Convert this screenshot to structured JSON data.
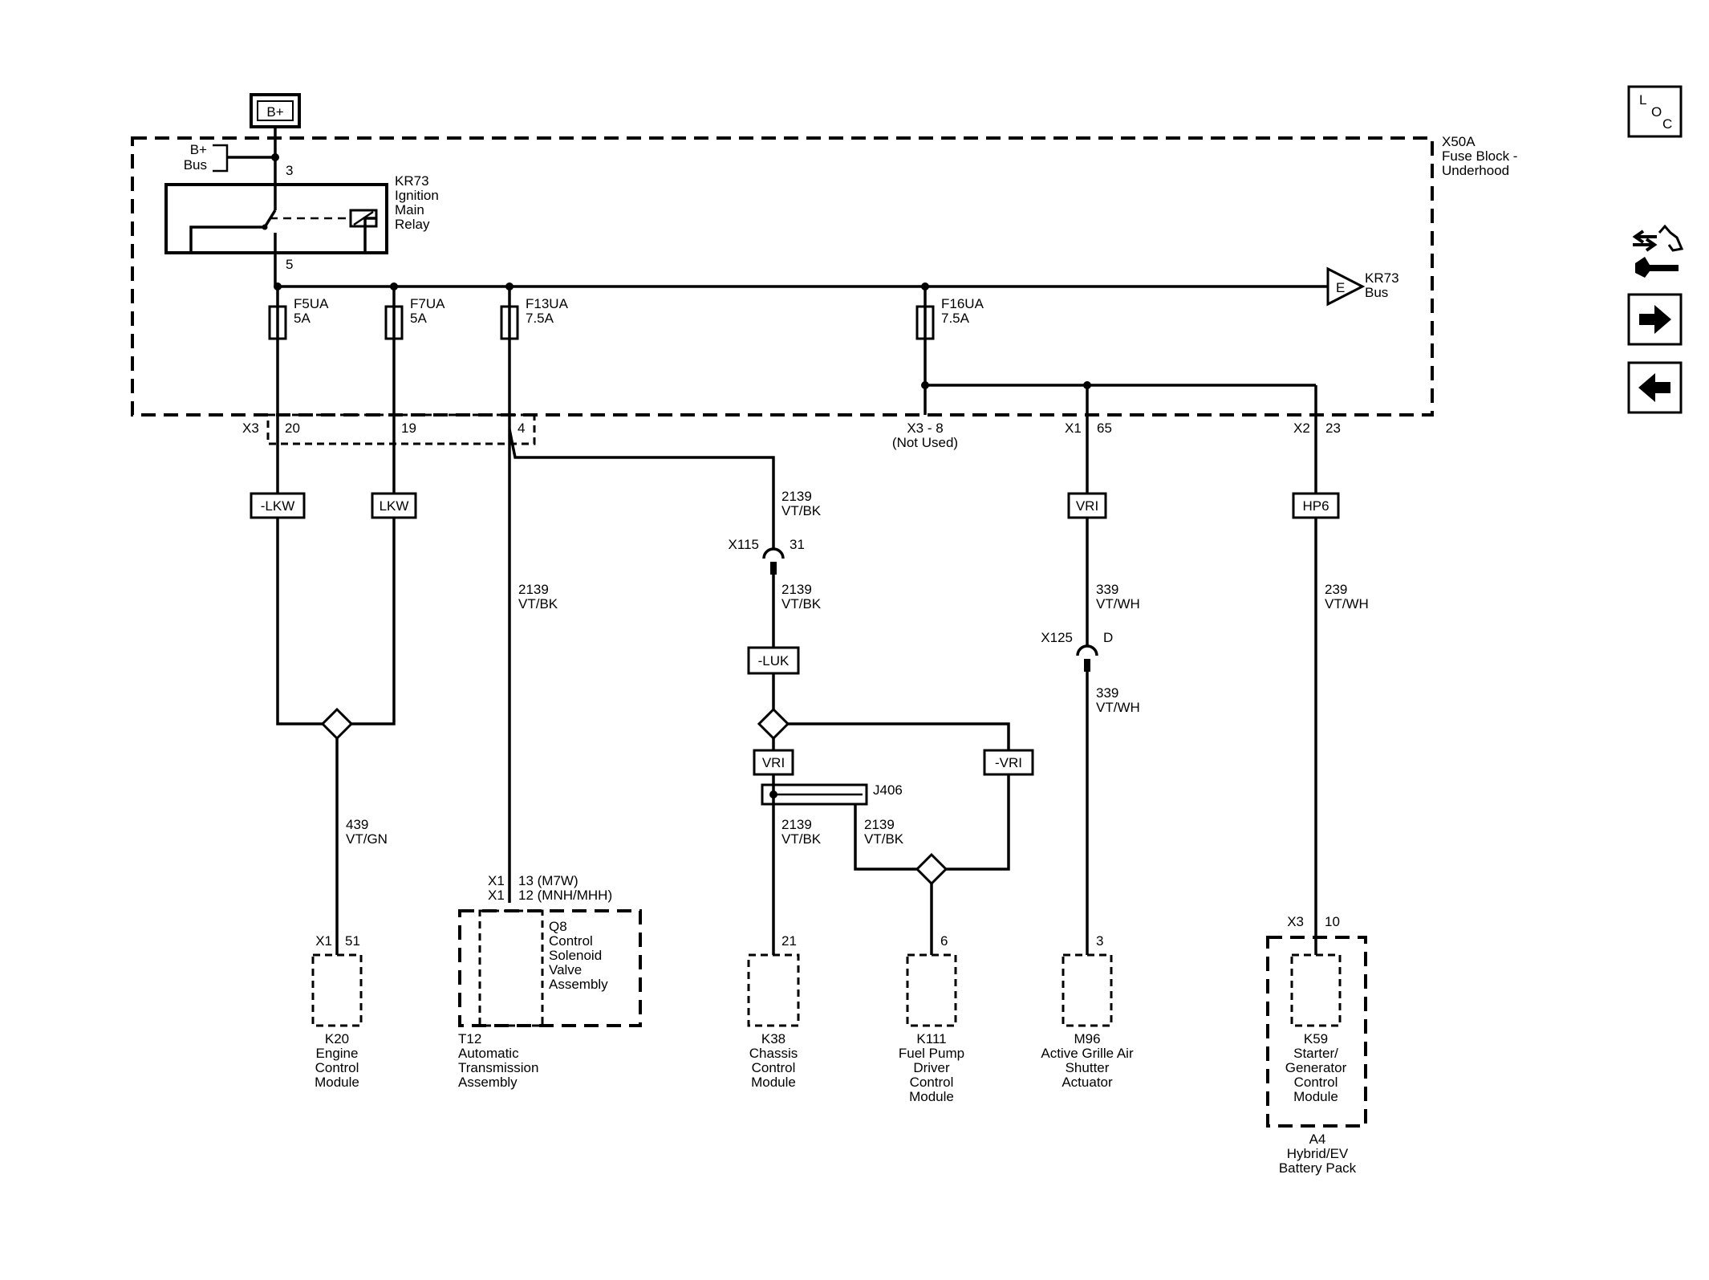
{
  "power": {
    "b_plus": "B+",
    "bus_a": "B+",
    "bus_b": "Bus",
    "pin3": "3",
    "pin5": "5"
  },
  "relay": {
    "l1": "KR73",
    "l2": "Ignition",
    "l3": "Main",
    "l4": "Relay"
  },
  "fuse_block": {
    "l1": "X50A",
    "l2": "Fuse Block -",
    "l3": "Underhood"
  },
  "bus_out": {
    "letter": "E",
    "l1": "KR73",
    "l2": "Bus"
  },
  "fuses": [
    {
      "name": "F5UA",
      "rating": "5A"
    },
    {
      "name": "F7UA",
      "rating": "5A"
    },
    {
      "name": "F13UA",
      "rating": "7.5A"
    },
    {
      "name": "F16UA",
      "rating": "7.5A"
    }
  ],
  "pins": {
    "x3": "X3",
    "p20": "20",
    "p19": "19",
    "p4": "4",
    "x3_8": "X3 - 8",
    "not_used": "(Not Used)",
    "x1": "X1",
    "p65": "65",
    "x2": "X2",
    "p23": "23"
  },
  "bars": {
    "lkw_neg": "-LKW",
    "lkw": "LKW",
    "luk_neg": "-LUK",
    "vri_a": "VRI",
    "vri_neg": "-VRI",
    "vri_b": "VRI",
    "hp6": "HP6"
  },
  "wires": {
    "w2139": "2139",
    "vtbk": "VT/BK",
    "w439": "439",
    "vtgn": "VT/GN",
    "w339": "339",
    "vtwh": "VT/WH",
    "w239": "239"
  },
  "connectors": {
    "x115": "X115",
    "x115_pin": "31",
    "x125": "X125",
    "x125_pin": "D"
  },
  "splice": {
    "j406": "J406"
  },
  "trans": {
    "x1": "X1",
    "pin_a": "13 (M7W)",
    "pin_b": "12 (MNH/MHH)",
    "q8": [
      "Q8",
      "Control",
      "Solenoid",
      "Valve",
      "Assembly"
    ],
    "t12": [
      "T12",
      "Automatic",
      "Transmission",
      "Assembly"
    ]
  },
  "modules": {
    "k20": {
      "conn": "X1",
      "pin": "51",
      "lines": [
        "K20",
        "Engine",
        "Control",
        "Module"
      ]
    },
    "k38": {
      "pin": "21",
      "lines": [
        "K38",
        "Chassis",
        "Control",
        "Module"
      ]
    },
    "k111": {
      "pin": "6",
      "lines": [
        "K111",
        "Fuel Pump",
        "Driver",
        "Control",
        "Module"
      ]
    },
    "m96": {
      "pin": "3",
      "lines": [
        "M96",
        "Active Grille Air",
        "Shutter",
        "Actuator"
      ]
    },
    "k59": {
      "conn": "X3",
      "pin": "10",
      "lines": [
        "K59",
        "Starter/",
        "Generator",
        "Control",
        "Module"
      ]
    },
    "a4": [
      "A4",
      "Hybrid/EV",
      "Battery Pack"
    ]
  },
  "nav": {
    "loc_l": "L",
    "loc_o": "O",
    "loc_c": "C"
  }
}
